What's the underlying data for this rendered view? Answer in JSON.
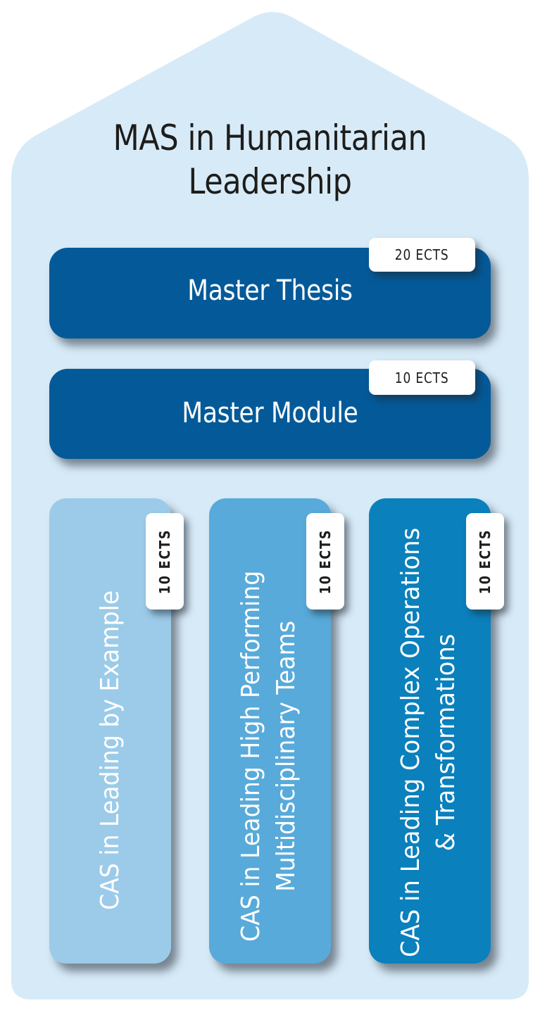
{
  "title": {
    "line1": "MAS in Humanitarian",
    "line2": "Leadership"
  },
  "colors": {
    "house_background": "#d7eaf7",
    "dark_module": "#045a99",
    "cas_1": "#9ccbe9",
    "cas_2": "#58aada",
    "cas_3": "#0a80bd",
    "badge_background": "#ffffff",
    "title_text": "#1d1d1b"
  },
  "master_thesis": {
    "label": "Master Thesis",
    "credits": "20 ECTS"
  },
  "master_module": {
    "label": "Master Module",
    "credits": "10 ECTS"
  },
  "cas_modules": [
    {
      "line1": "CAS in Leading by Example",
      "line2": "",
      "credits": "10 ECTS"
    },
    {
      "line1": "CAS in Leading High Performing",
      "line2": "Multidisciplinary Teams",
      "credits": "10 ECTS"
    },
    {
      "line1": "CAS in Leading Complex Operations",
      "line2": "& Transformations",
      "credits": "10 ECTS"
    }
  ]
}
